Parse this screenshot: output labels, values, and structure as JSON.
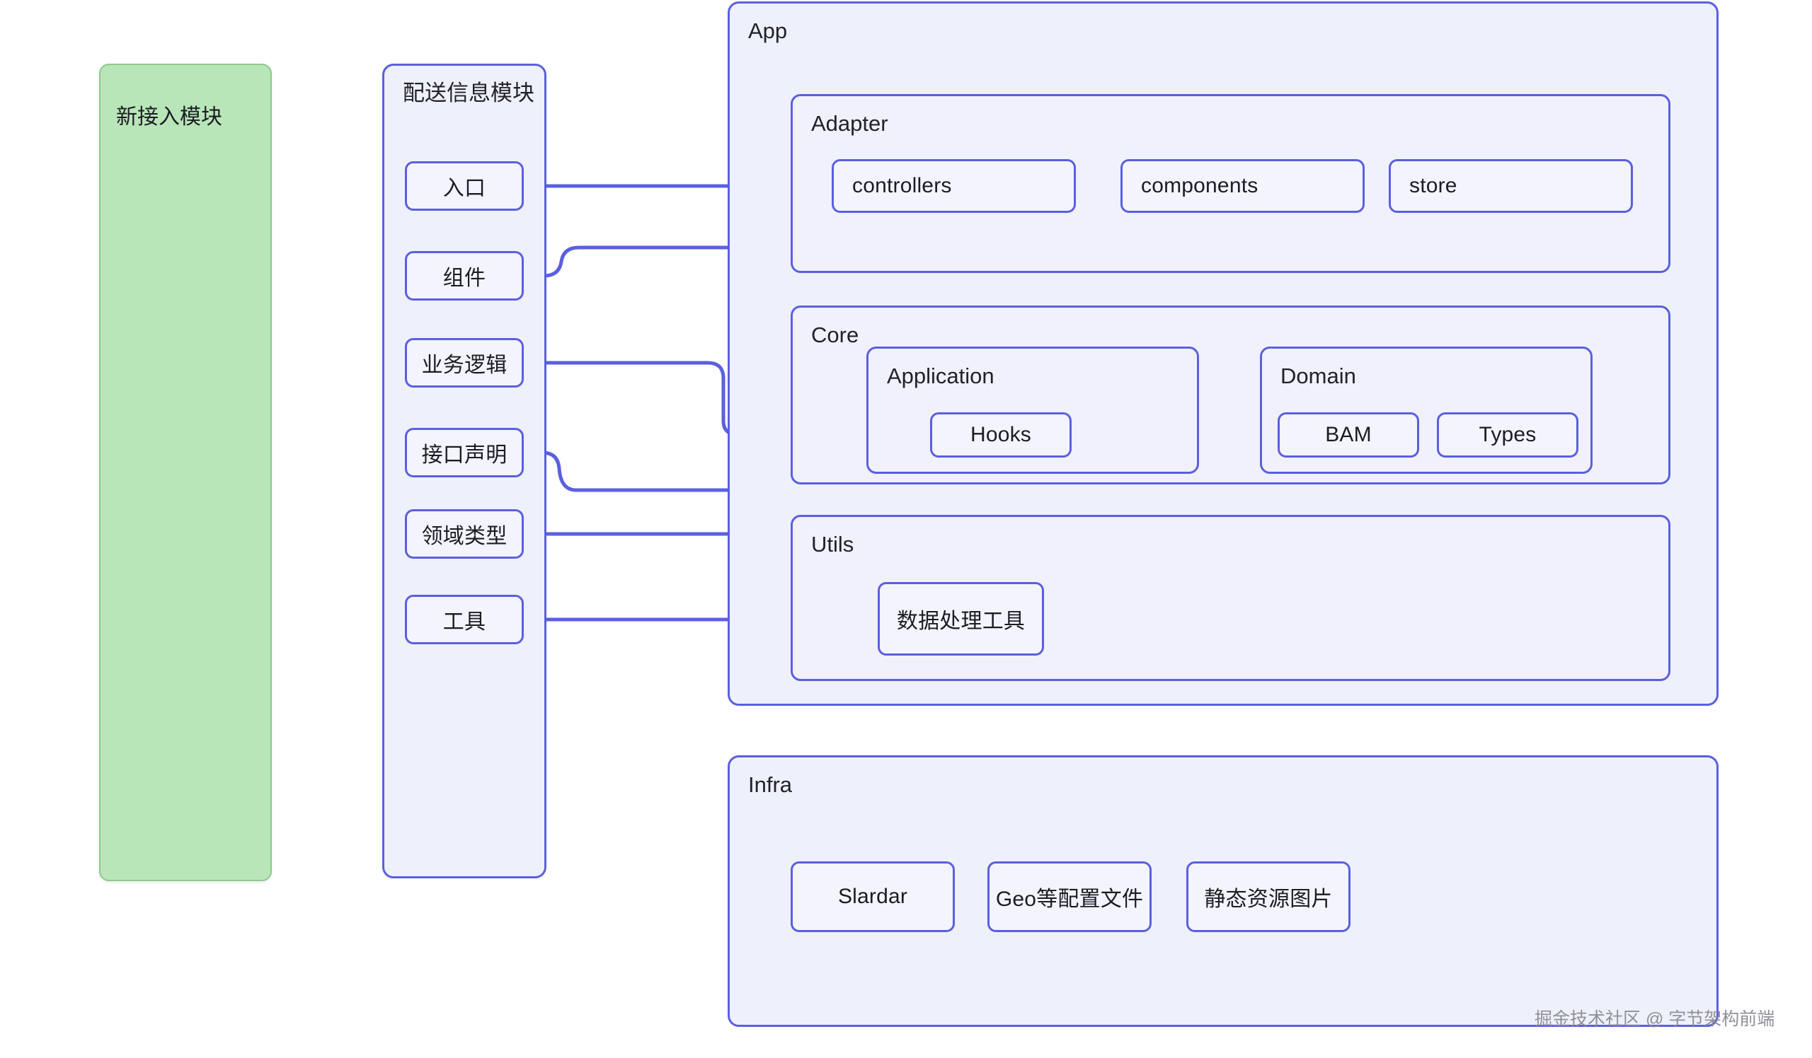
{
  "diagram": {
    "title_watermark": "掘金技术社区 @ 字节架构前端",
    "new_module": {
      "label": "新接入模块",
      "fill_color": "#b8e6b8",
      "border_color": "#8dc98d"
    },
    "delivery_module": {
      "label": "配送信息模块",
      "items": [
        {
          "label": "入口"
        },
        {
          "label": "组件"
        },
        {
          "label": "业务逻辑"
        },
        {
          "label": "接口声明"
        },
        {
          "label": "领域类型"
        },
        {
          "label": "工具"
        }
      ]
    },
    "app": {
      "label": "App",
      "layers": [
        {
          "label": "Adapter",
          "items": [
            {
              "label": "controllers"
            },
            {
              "label": "components"
            },
            {
              "label": "store"
            }
          ]
        },
        {
          "label": "Core",
          "groups": [
            {
              "label": "Application",
              "items": [
                {
                  "label": "Hooks"
                }
              ]
            },
            {
              "label": "Domain",
              "items": [
                {
                  "label": "BAM"
                },
                {
                  "label": "Types"
                }
              ]
            }
          ]
        },
        {
          "label": "Utils",
          "items": [
            {
              "label": "数据处理工具"
            }
          ]
        }
      ]
    },
    "infra": {
      "label": "Infra",
      "items": [
        {
          "label": "Slardar"
        },
        {
          "label": "Geo等配置文件"
        },
        {
          "label": "静态资源图片"
        }
      ]
    },
    "colors": {
      "accent": "#5b5fe0",
      "panel_fill": "#eef0fb",
      "leaf_fill": "#f3f4fd",
      "text": "#1c1c23"
    },
    "connections": [
      {
        "from": "入口",
        "to": "controllers"
      },
      {
        "from": "组件",
        "to": "components"
      },
      {
        "from": "业务逻辑",
        "to": "Hooks"
      },
      {
        "from": "接口声明",
        "to": "BAM"
      },
      {
        "from": "领域类型",
        "to": "Types"
      },
      {
        "from": "工具",
        "to": "数据处理工具"
      }
    ]
  }
}
